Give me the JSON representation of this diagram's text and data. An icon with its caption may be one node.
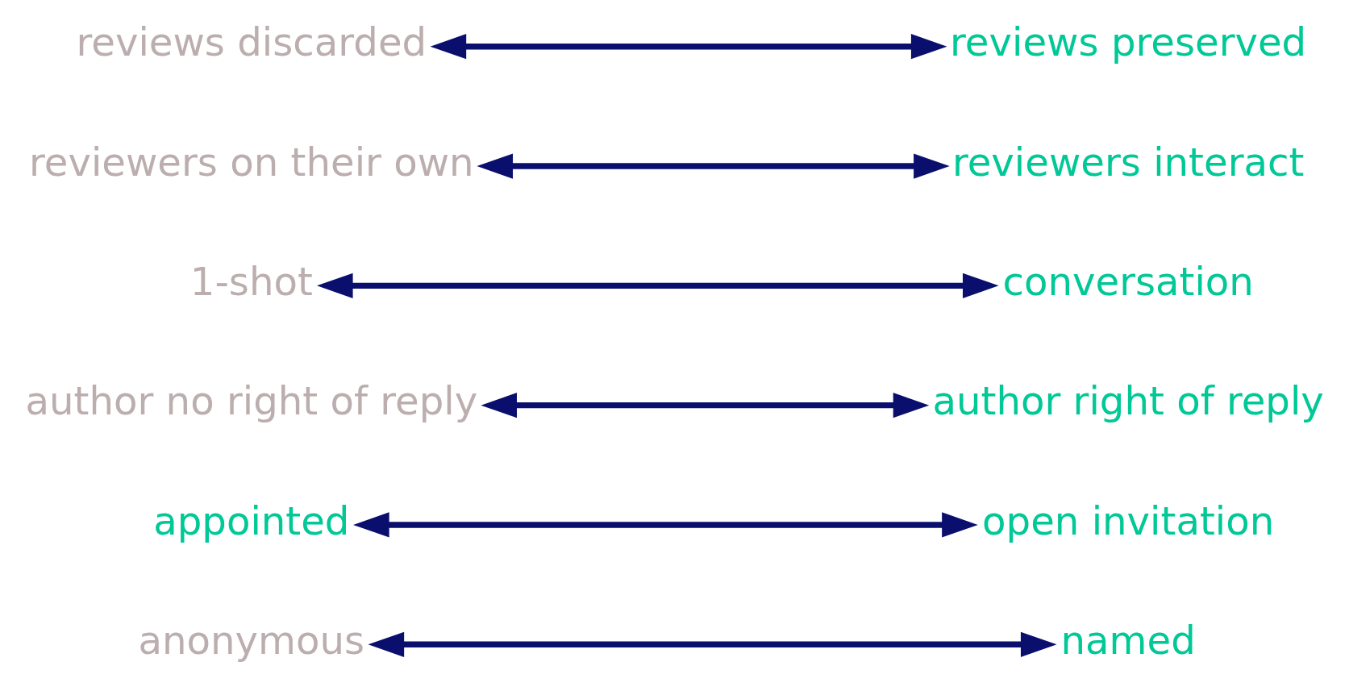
{
  "diagram": {
    "nodes": [
      {
        "text": [
          "anonymous"
        ]
      },
      {
        "text": [
          "named"
        ]
      },
      {
        "text": [
          "appointed"
        ]
      },
      {
        "text": [
          "open invitation"
        ]
      },
      {
        "text": [
          "author no right of reply"
        ]
      },
      {
        "text": [
          "author right of reply"
        ]
      },
      {
        "text": [
          "1-shot"
        ]
      },
      {
        "text": [
          "conversation"
        ]
      },
      {
        "text": [
          "reviewers on their own"
        ]
      },
      {
        "text": [
          "reviewers interact"
        ]
      },
      {
        "text": [
          "reviews discarded"
        ]
      },
      {
        "text": [
          "reviews preserved"
        ]
      }
    ],
    "edges": [
      {
        "from": 0,
        "to": 1,
        "arrow": "both"
      },
      {
        "from": 2,
        "to": 3,
        "arrow": "both"
      },
      {
        "from": 4,
        "to": 5,
        "arrow": "both"
      },
      {
        "from": 6,
        "to": 7,
        "arrow": "both"
      },
      {
        "from": 8,
        "to": 9,
        "arrow": "both"
      },
      {
        "from": 10,
        "to": 11,
        "arrow": "both"
      }
    ]
  }
}
